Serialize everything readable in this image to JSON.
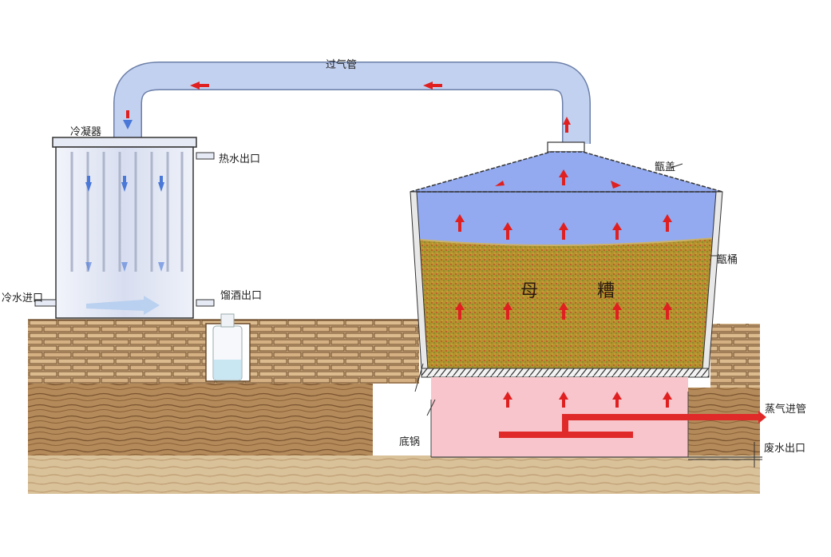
{
  "labels": {
    "pipe": "过气管",
    "condenser": "冷凝器",
    "hot_water_outlet": "热水出口",
    "cold_water_inlet": "冷水进口",
    "liquor_outlet": "馏酒出口",
    "lid": "甑盖",
    "barrel": "甑桶",
    "mash_char1": "母",
    "mash_char2": "糟",
    "steam_inlet": "蒸气进管",
    "bottom_pot": "底锅",
    "waste_water_outlet": "废水出口"
  },
  "colors": {
    "pipe_fill": "#b9c9ee",
    "steam_blue": "#8fa8ef",
    "mash": "#b4922f",
    "bottom_pink": "#f6c3c8",
    "brick": "#d8b486",
    "arrow_red": "#e02020",
    "arrow_blue": "#4a78d8",
    "steam_pipe_red": "#e02a2a"
  }
}
